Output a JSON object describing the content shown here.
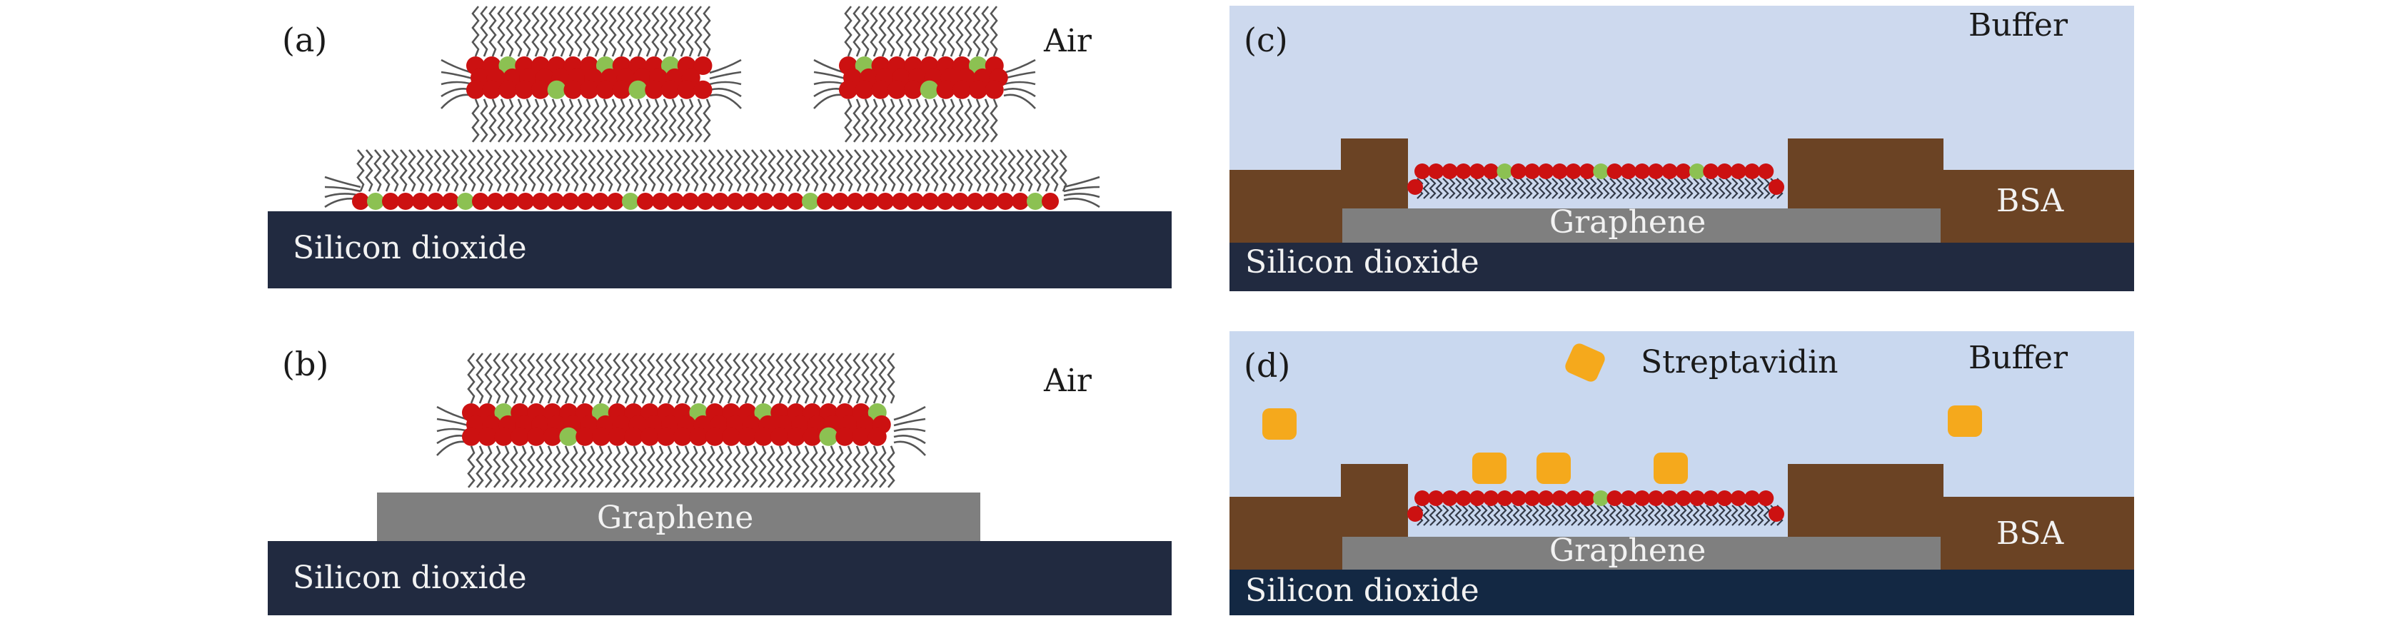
{
  "panels": {
    "a": {
      "label": "(a)",
      "medium": "Air",
      "substrate": "Silicon dioxide"
    },
    "b": {
      "label": "(b)",
      "medium": "Air",
      "layer": "Graphene",
      "substrate": "Silicon dioxide"
    },
    "c": {
      "label": "(c)",
      "medium": "Buffer",
      "passivation": "BSA",
      "layer": "Graphene",
      "substrate": "Silicon dioxide"
    },
    "d": {
      "label": "(d)",
      "medium": "Buffer",
      "protein": "Streptavidin",
      "passivation": "BSA",
      "layer": "Graphene",
      "substrate": "Silicon dioxide"
    }
  },
  "colors": {
    "silicon_dioxide": "#212a40",
    "silicon_dioxide_dark": "#132843",
    "graphene": "#7f7f7f",
    "bsa": "#6b4324",
    "buffer": "#cdd9ee",
    "lipid_head": "#cc1111",
    "biotin": "#8cc152",
    "tail": "#555555",
    "streptavidin": "#f5a91c"
  }
}
